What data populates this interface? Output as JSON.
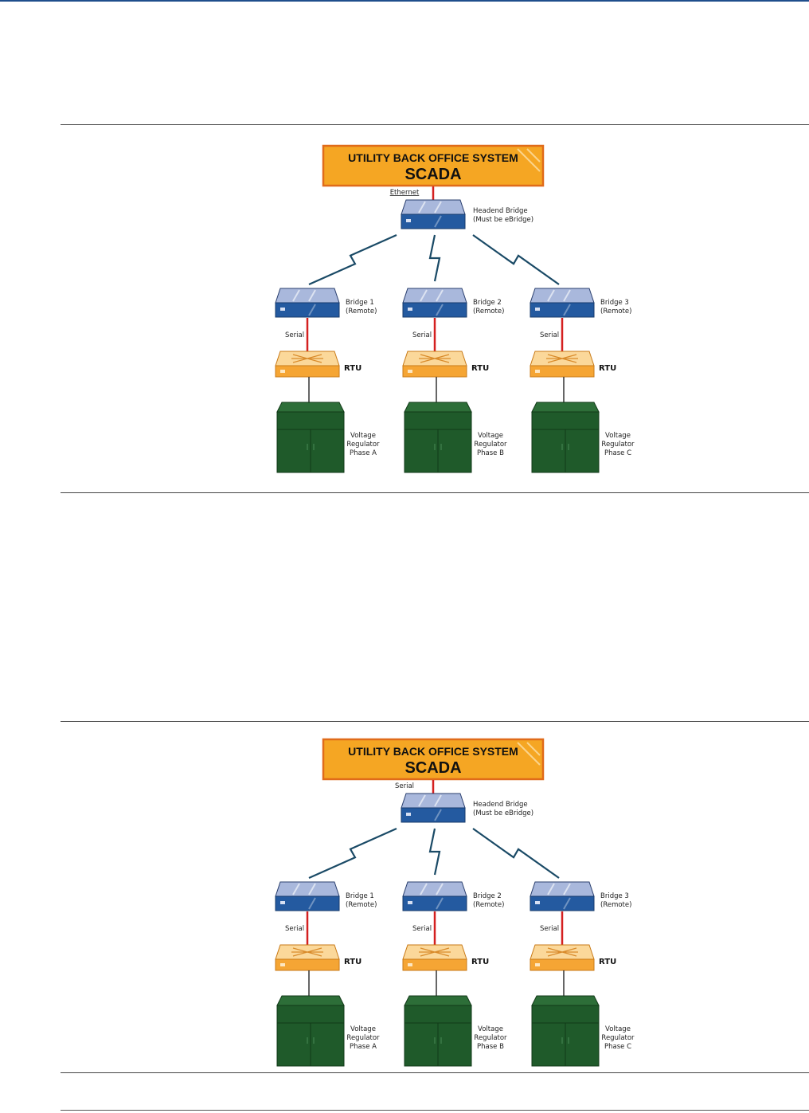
{
  "diagrams": [
    {
      "banner": {
        "line1": "UTILITY BACK OFFICE SYSTEM",
        "line2": "SCADA"
      },
      "link_label": "Ethernet",
      "headend": {
        "line1": "Headend Bridge",
        "line2": "(Must be eBridge)"
      },
      "bridges": [
        {
          "line1": "Bridge 1",
          "line2": "(Remote)"
        },
        {
          "line1": "Bridge 2",
          "line2": "(Remote)"
        },
        {
          "line1": "Bridge 3",
          "line2": "(Remote)"
        }
      ],
      "serial_label": "Serial",
      "rtu_label": "RTU",
      "regulators": [
        {
          "line1": "Voltage",
          "line2": "Regulator",
          "line3": "Phase A"
        },
        {
          "line1": "Voltage",
          "line2": "Regulator",
          "line3": "Phase B"
        },
        {
          "line1": "Voltage",
          "line2": "Regulator",
          "line3": "Phase C"
        }
      ]
    },
    {
      "banner": {
        "line1": "UTILITY BACK OFFICE SYSTEM",
        "line2": "SCADA"
      },
      "link_label": "Serial",
      "headend": {
        "line1": "Headend Bridge",
        "line2": "(Must be eBridge)"
      },
      "bridges": [
        {
          "line1": "Bridge 1",
          "line2": "(Remote)"
        },
        {
          "line1": "Bridge 2",
          "line2": "(Remote)"
        },
        {
          "line1": "Bridge 3",
          "line2": "(Remote)"
        }
      ],
      "serial_label": "Serial",
      "rtu_label": "RTU",
      "regulators": [
        {
          "line1": "Voltage",
          "line2": "Regulator",
          "line3": "Phase A"
        },
        {
          "line1": "Voltage",
          "line2": "Regulator",
          "line3": "Phase B"
        },
        {
          "line1": "Voltage",
          "line2": "Regulator",
          "line3": "Phase C"
        }
      ]
    }
  ],
  "colors": {
    "banner_fill": "#f5a623",
    "banner_border": "#e06b1a",
    "bridge_top": "#a9b8dc",
    "bridge_body": "#245aa0",
    "rtu_top": "#fbd89a",
    "rtu_body": "#f5a534",
    "cabinet": "#1f5a2a",
    "wired_link": "#d42020",
    "wireless_link": "#1a4a66"
  }
}
